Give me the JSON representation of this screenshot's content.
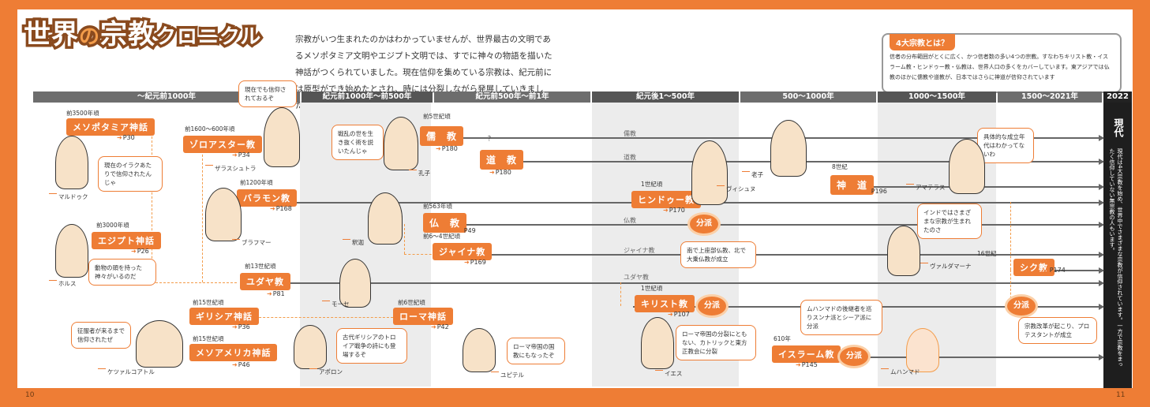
{
  "page_numbers": {
    "left": "10",
    "right": "11"
  },
  "title": {
    "part1": "世界",
    "part2": "の",
    "part3": "宗教",
    "part4": "クロニクル"
  },
  "intro": "宗教がいつ生まれたのかはわかっていませんが、世界最古の文明であるメソポタミア文明やエジプト文明では、すでに神々の物語を描いた神話がつくられていました。現在信仰を集めている宗教は、紀元前には原型ができ始めたとされ、時には分裂しながら発展していきました。",
  "infobox": {
    "title": "4大宗教とは？",
    "text": "信者の分布範囲がとくに広く、かつ信者数の多い4つの宗教。すなわちキリスト教・イスラーム教・ヒンドゥー教・仏教は、世界人口の多くをカバーしています。東アジアでは仏教のほかに儒教や道教が、日本ではさらに神道が信仰されています"
  },
  "periods": [
    "～紀元前1000年",
    "紀元前1000年～前500年",
    "紀元前500年～前1年",
    "紀元後1～500年",
    "500～1000年",
    "1000～1500年",
    "1500～2021年",
    "2022"
  ],
  "now": {
    "label": "現代",
    "text": "現代は4大宗教を始め、世界中でさまざまな宗教が信仰されています。一方で宗教をまったく信仰していない無宗教の人もいます。"
  },
  "religions": [
    {
      "name": "メソポタミア神話",
      "date": "前3500年頃",
      "ref": "P30"
    },
    {
      "name": "ゾロアスター教",
      "date": "前1600～600年頃",
      "ref": "P34"
    },
    {
      "name": "バラモン教",
      "date": "前1200年頃",
      "ref": "P168"
    },
    {
      "name": "エジプト神話",
      "date": "前3000年頃",
      "ref": "P26"
    },
    {
      "name": "ユダヤ教",
      "date": "前13世紀頃",
      "ref": "P81"
    },
    {
      "name": "ギリシア神話",
      "date": "前15世紀頃",
      "ref": "P36"
    },
    {
      "name": "メソアメリカ神話",
      "date": "前15世紀頃",
      "ref": "P46"
    },
    {
      "name": "儒　教",
      "date": "前5世紀頃",
      "ref": "P180"
    },
    {
      "name": "道　教",
      "date": "？",
      "ref": "P180"
    },
    {
      "name": "仏　教",
      "date": "前563年頃",
      "ref": "P49"
    },
    {
      "name": "ジャイナ教",
      "date": "前6～4世紀頃",
      "ref": "P169"
    },
    {
      "name": "ローマ神話",
      "date": "前6世紀頃",
      "ref": "P42"
    },
    {
      "name": "ヒンドゥー教",
      "date": "1世紀頃",
      "ref": "P170"
    },
    {
      "name": "キリスト教",
      "date": "1世紀頃",
      "ref": "P107"
    },
    {
      "name": "神　道",
      "date": "8世紀",
      "ref": "P196"
    },
    {
      "name": "イスラーム教",
      "date": "610年",
      "ref": "P145"
    },
    {
      "name": "シク教",
      "date": "16世紀",
      "ref": "P174"
    }
  ],
  "line_labels": [
    "儒教",
    "道教",
    "仏教",
    "ジャイナ教",
    "ユダヤ教"
  ],
  "bunpa": "分派",
  "bubbles": [
    "現在でも信仰されておるぞ",
    "現在のイラクあたりで信仰されたんじゃ",
    "動物の頭を持った神々がいるのだ",
    "征服者が来るまで信仰されたぜ",
    "戦乱の世を生き抜く術を説いたんじゃ",
    "古代ギリシアのトロイア戦争の詩にも登場するぞ",
    "ローマ帝国の国教にもなったぞ",
    "南で上座部仏教、北で大乗仏教が成立",
    "ローマ帝国の分裂にともない、カトリックと東方正教会に分裂",
    "ムハンマドの後継者を巡りスンナ派とシーア派に分派",
    "インドではさまざまな宗教が生まれたのさ",
    "具体的な成立年代はわかってないわ",
    "宗教改革が起こり、プロテスタントが成立"
  ],
  "figures": [
    "マルドゥク",
    "ザラスシュトラ",
    "ブラフマー",
    "ホルス",
    "ケツァルコアトル",
    "孔子",
    "釈迦",
    "モーセ",
    "アポロン",
    "ユピテル",
    "ヴィシュヌ",
    "イエス",
    "老子",
    "アマテラス",
    "ヴァルダマーナ",
    "ムハンマド"
  ],
  "colors": {
    "accent": "#ee7d35",
    "dark": "#6b3a13"
  }
}
